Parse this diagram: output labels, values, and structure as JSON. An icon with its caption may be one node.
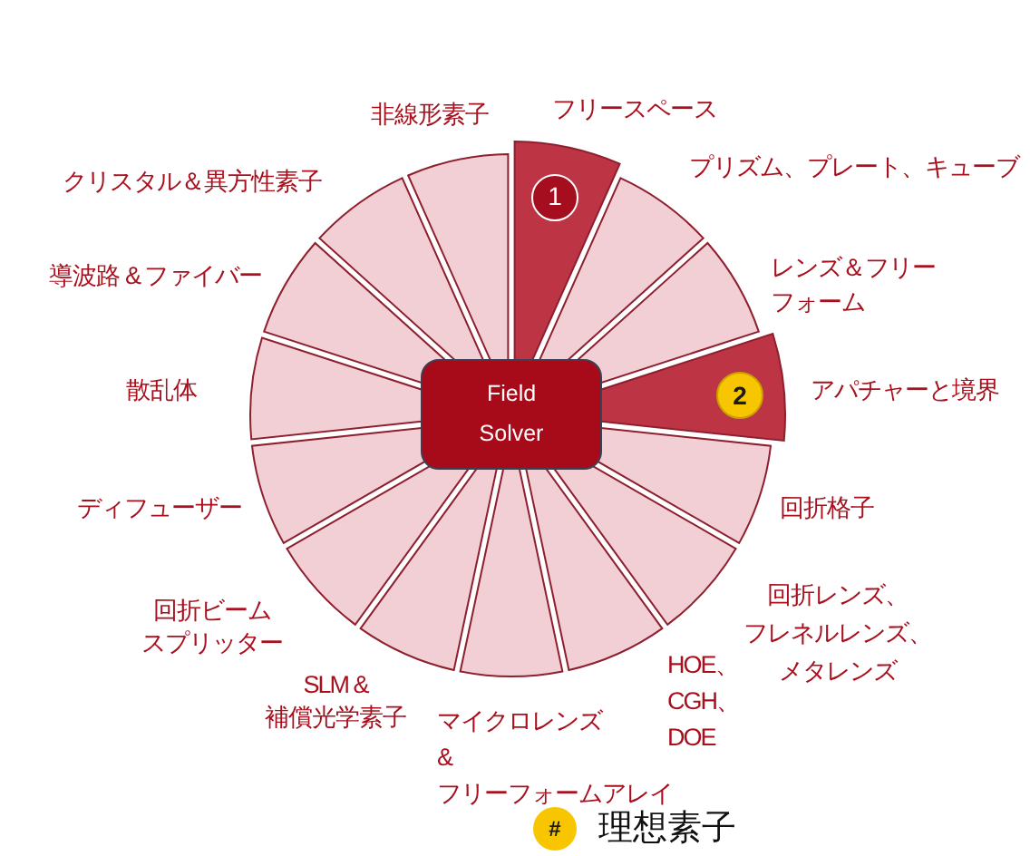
{
  "diagram": {
    "nodes": [
      {
        "text": [
          "Field Solver"
        ]
      },
      {
        "text": [
          "フリースペース"
        ]
      },
      {
        "text": [
          "1"
        ],
        "in": 1
      },
      {
        "text": [
          "プリズム、プレート、キューブ"
        ]
      },
      {
        "text": [
          "レンズ＆フリーフォーム"
        ]
      },
      {
        "text": [
          "アパチャーと境界"
        ]
      },
      {
        "text": [
          "2"
        ],
        "in": 5
      },
      {
        "text": [
          "回折格子"
        ]
      },
      {
        "text": [
          "回折レンズ、フレネルレンズ、メタレンズ"
        ]
      },
      {
        "text": [
          "HOE、CGH、DOE"
        ]
      },
      {
        "text": [
          "マイクロレンズ & フリーフォームアレイ"
        ]
      },
      {
        "text": [
          "SLM & 補償光学素子"
        ]
      },
      {
        "text": [
          "回折ビームスプリッター"
        ]
      },
      {
        "text": [
          "ディフューザー"
        ]
      },
      {
        "text": [
          "散乱体"
        ]
      },
      {
        "text": [
          "導波路 & ファイバー"
        ]
      },
      {
        "text": [
          "クリスタル＆異方性素子"
        ]
      },
      {
        "text": [
          "非線形素子"
        ]
      }
    ],
    "labels": [
      "#"
    ],
    "legend": [
      {
        "text": "理想素子",
        "color": "#f7c600"
      }
    ]
  }
}
